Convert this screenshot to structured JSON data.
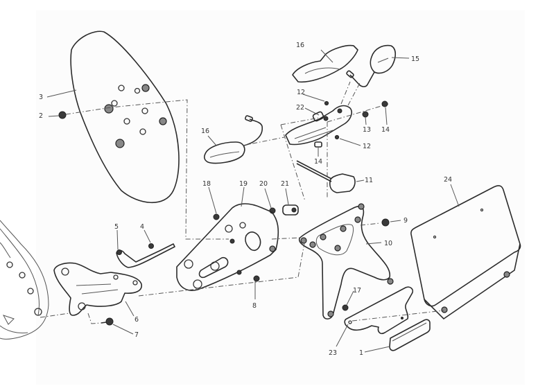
{
  "diagram": {
    "type": "exploded-parts-diagram",
    "subject": "license plate holder assembly",
    "callouts": [
      {
        "id": "c1",
        "label": "1",
        "part": "reflector"
      },
      {
        "id": "c2",
        "label": "2",
        "part": "nut"
      },
      {
        "id": "c3",
        "label": "3",
        "part": "rear panel"
      },
      {
        "id": "c4",
        "label": "4",
        "part": "screw"
      },
      {
        "id": "c5",
        "label": "5",
        "part": "screw"
      },
      {
        "id": "c6",
        "label": "6",
        "part": "mounting bracket"
      },
      {
        "id": "c7",
        "label": "7",
        "part": "screw"
      },
      {
        "id": "c8",
        "label": "8",
        "part": "screw"
      },
      {
        "id": "c9",
        "label": "9",
        "part": "screw"
      },
      {
        "id": "c10",
        "label": "10",
        "part": "plate holder frame"
      },
      {
        "id": "c11",
        "label": "11",
        "part": "plate light"
      },
      {
        "id": "c12a",
        "label": "12",
        "part": "nut"
      },
      {
        "id": "c12b",
        "label": "12",
        "part": "nut"
      },
      {
        "id": "c13",
        "label": "13",
        "part": "nut"
      },
      {
        "id": "c14a",
        "label": "14",
        "part": "screw"
      },
      {
        "id": "c14b",
        "label": "14",
        "part": "screw"
      },
      {
        "id": "c15",
        "label": "15",
        "part": "right turn indicator"
      },
      {
        "id": "c16a",
        "label": "16",
        "part": "cover"
      },
      {
        "id": "c16b",
        "label": "16",
        "part": "left turn indicator"
      },
      {
        "id": "c17",
        "label": "17",
        "part": "nut"
      },
      {
        "id": "c18",
        "label": "18",
        "part": "nut"
      },
      {
        "id": "c19",
        "label": "19",
        "part": "support bracket"
      },
      {
        "id": "c20",
        "label": "20",
        "part": "washer"
      },
      {
        "id": "c21",
        "label": "21",
        "part": "spacer"
      },
      {
        "id": "c22",
        "label": "22",
        "part": "indicator support"
      },
      {
        "id": "c23",
        "label": "23",
        "part": "reflector bracket"
      },
      {
        "id": "c24",
        "label": "24",
        "part": "license plate"
      }
    ]
  }
}
